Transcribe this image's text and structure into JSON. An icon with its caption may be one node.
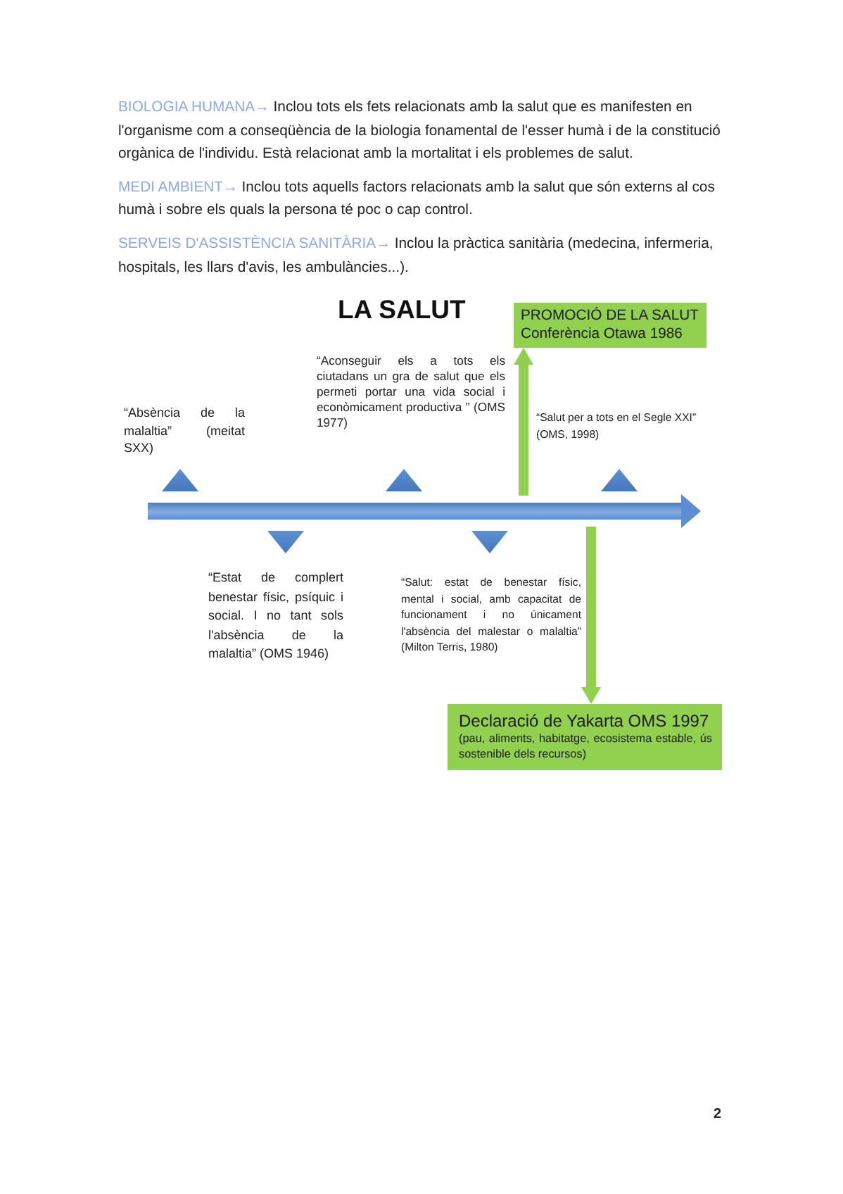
{
  "diagram": {
    "title": "LA SALUT",
    "nodes": [
      {
        "text": [
          "PROMOCIÓ DE LA SALUT",
          "Conferència Otawa 1986"
        ]
      },
      {
        "text": [
          "Declaració de Yakarta OMS 1997",
          "(pau, aliments, habitatge, ecosistema estable, ús sostenible dels recursos)"
        ]
      }
    ],
    "edges": [
      {
        "from": null,
        "to": 0,
        "arrow": "to"
      },
      {
        "from": null,
        "to": 1,
        "arrow": "to"
      }
    ],
    "labels": [
      "BIOLOGIA HUMANA→",
      "Inclou tots els fets relacionats amb la salut que es manifesten en l'organisme com a conseqüència de la biologia fonamental de l'esser humà i de la constitució orgànica de l'individu. Està relacionat amb la mortalitat i els problemes de salut.",
      "MEDI AMBIENT→",
      "Inclou tots aquells factors relacionats amb la salut que són externs al cos humà i sobre els quals la persona té poc o cap control.",
      "SERVEIS D'ASSISTÈNCIA SANITÀRIA→",
      "Inclou la pràctica sanitària (medecina, infermeria, hospitals, les llars d'avis, les ambulàncies...).",
      "“Absència de la malaltia” (meitat SXX)",
      "“Aconseguir els a tots els ciutadans un gra de salut que els permeti portar una vida social i econòmicament productiva ” (OMS 1977)",
      "“Salut per a tots en el Segle XXI” (OMS, 1998)",
      "“Estat de complert benestar físic, psíquic i social. I no tant sols l'absència de la malaltia” (OMS 1946)",
      "“Salut: estat de benestar físic, mental i social, amb capacitat de funcionament i no únicament l'absència del malestar o malaltia” (Milton Terris, 1980)",
      "2"
    ]
  }
}
